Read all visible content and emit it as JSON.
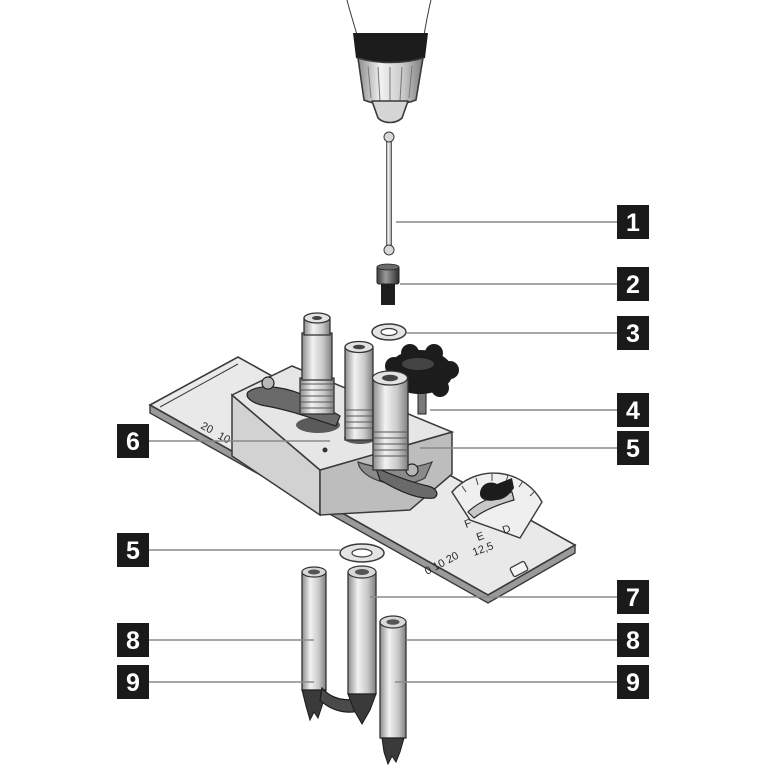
{
  "callouts": [
    {
      "label": "1"
    },
    {
      "label": "2"
    },
    {
      "label": "3"
    },
    {
      "label": "4"
    },
    {
      "label": "5"
    },
    {
      "label": "6"
    },
    {
      "label": "5"
    },
    {
      "label": "7"
    },
    {
      "label": "8"
    },
    {
      "label": "8"
    },
    {
      "label": "9"
    },
    {
      "label": "9"
    }
  ],
  "plate_markings": {
    "left_scale_a": "20",
    "left_scale_b": "10",
    "bottom_scale": "0 10 20",
    "dial": [
      "F",
      "E",
      "12,5",
      "D"
    ]
  },
  "colors": {
    "callout_bg": "#1a1a1a",
    "callout_text": "#ffffff",
    "leader": "#8a8a8a",
    "metal_light": "#e8e8e8",
    "metal_mid": "#c4c4c4",
    "metal_dark": "#7a7a7a",
    "knob": "#1c1c1c"
  }
}
